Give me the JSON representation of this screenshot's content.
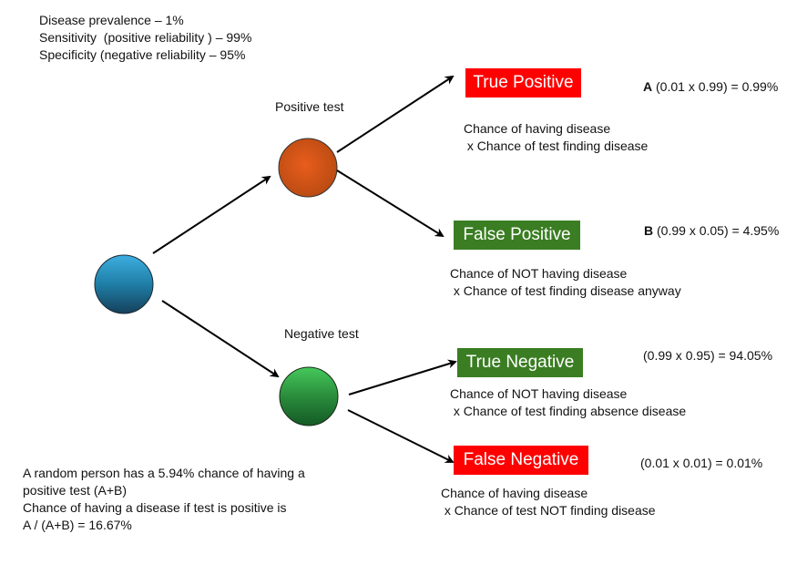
{
  "assumptions": {
    "lines": [
      "Disease prevalence – 1%",
      "Sensitivity  (positive reliability ) – 99%",
      "Specificity (negative reliability – 95%"
    ]
  },
  "nodes": {
    "root": {
      "label": "",
      "color_top": "#3daee0",
      "color_bottom": "#15405a"
    },
    "positive": {
      "label": "Positive test",
      "color_center": "#e85d1c",
      "color_edge": "#b84a12"
    },
    "negative": {
      "label": "Negative test",
      "color_top": "#45c85a",
      "color_bottom": "#145a25"
    }
  },
  "outcomes": [
    {
      "id": "true-positive",
      "label": "True Positive",
      "color": "#ff0000",
      "formula_prefix": "A",
      "formula": " (0.01 x 0.99) = 0.99%",
      "explanation": [
        "Chance of having disease",
        " x Chance of test finding disease"
      ]
    },
    {
      "id": "false-positive",
      "label": "False Positive",
      "color": "#3a7d22",
      "formula_prefix": "B",
      "formula": " (0.99 x 0.05) = 4.95%",
      "explanation": [
        "Chance of NOT having disease",
        " x Chance of test finding disease anyway"
      ]
    },
    {
      "id": "true-negative",
      "label": "True Negative",
      "color": "#3a7d22",
      "formula_prefix": "",
      "formula": "(0.99 x 0.95) = 94.05%",
      "explanation": [
        "Chance of NOT having disease",
        " x Chance of test finding absence disease"
      ]
    },
    {
      "id": "false-negative",
      "label": "False Negative",
      "color": "#ff0000",
      "formula_prefix": "",
      "formula": "(0.01 x 0.01) = 0.01%",
      "explanation": [
        "Chance of having disease",
        " x Chance of test NOT finding disease"
      ]
    }
  ],
  "summary": {
    "lines": [
      "A random person has a 5.94% chance of having a",
      "positive test (A+B)",
      "Chance of having a disease if test is positive is",
      "A / (A+B) = 16.67%"
    ]
  }
}
